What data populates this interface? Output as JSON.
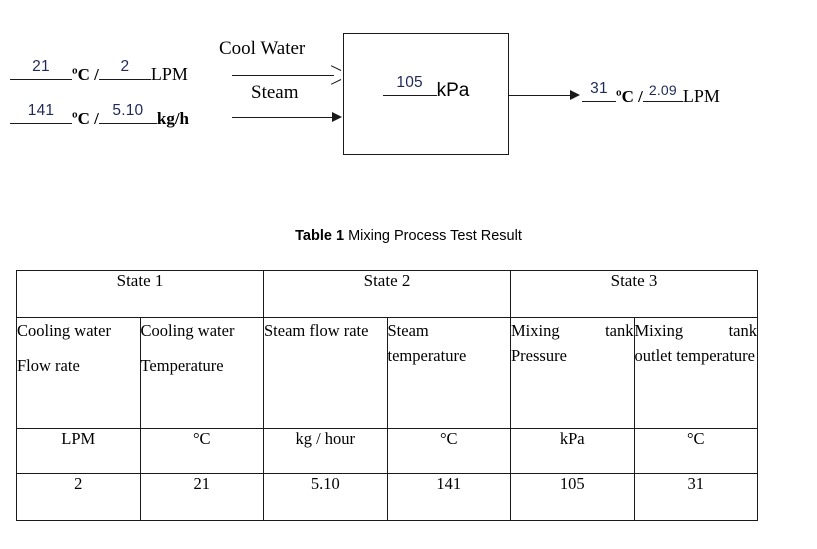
{
  "diagram": {
    "inlet_line_1": {
      "temperature_value": "21",
      "temperature_unit": "ºC /",
      "flow_value": "2",
      "flow_unit": "LPM"
    },
    "inlet_line_2": {
      "temperature_value": "141",
      "temperature_unit": "ºC /",
      "flow_value": "5.10",
      "flow_unit": "kg/h"
    },
    "stream_labels": {
      "top": "Cool Water",
      "bottom": "Steam"
    },
    "tank": {
      "pressure_value": "105",
      "pressure_unit": "kPa"
    },
    "outlet": {
      "temperature_value": "31",
      "temperature_unit": "ºC /",
      "flow_value": "2.09",
      "flow_unit": "LPM"
    }
  },
  "caption": {
    "label": "Table 1",
    "title": "Mixing Process Test Result"
  },
  "table": {
    "states": [
      {
        "label": "State 1",
        "span": 2
      },
      {
        "label": "State 2",
        "span": 2
      },
      {
        "label": "State 3",
        "span": 2
      }
    ],
    "descriptions": [
      {
        "line1": "Cooling water",
        "line2": "Flow rate"
      },
      {
        "line1": "Cooling water",
        "line2": "Temperature"
      },
      {
        "line1": "Steam flow rate",
        "line2": ""
      },
      {
        "line1": "Steam temperature",
        "line2": ""
      },
      {
        "line1": "Mixing tank Pressure",
        "line2": ""
      },
      {
        "line1": "Mixing tank outlet temperature",
        "line2": ""
      }
    ],
    "units": [
      "LPM",
      "°C",
      "kg / hour",
      "°C",
      "kPa",
      "°C"
    ],
    "values": [
      "2",
      "21",
      "5.10",
      "141",
      "105",
      "31"
    ]
  },
  "colors": {
    "ink": "#1a1a1a",
    "filled_value": "#1f2a5a",
    "background": "#ffffff"
  }
}
